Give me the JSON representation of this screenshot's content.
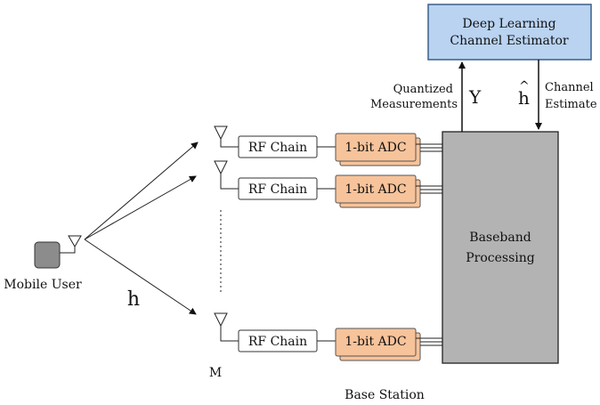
{
  "estimator": {
    "line1": "Deep Learning",
    "line2": "Channel Estimator",
    "fill": "#b9d3f1",
    "stroke": "#3b5f8a"
  },
  "quantized": {
    "line1": "Quantized",
    "line2": "Measurements"
  },
  "y_symbol": "Y",
  "h_hat_symbol": "h",
  "h_hat_accent": "^",
  "channel_estimate": {
    "line1": "Channel",
    "line2": "Estimate"
  },
  "baseband": {
    "line1": "Baseband",
    "line2": "Processing",
    "fill": "#b3b3b3"
  },
  "rf_chain_label": "RF Chain",
  "adc_label": "1-bit ADC",
  "adc_fill": "#f7c39a",
  "mobile_user": "Mobile User",
  "h_symbol": "h",
  "m_label": "M",
  "base_station": "Base Station",
  "user_fill": "#8c8c8c"
}
